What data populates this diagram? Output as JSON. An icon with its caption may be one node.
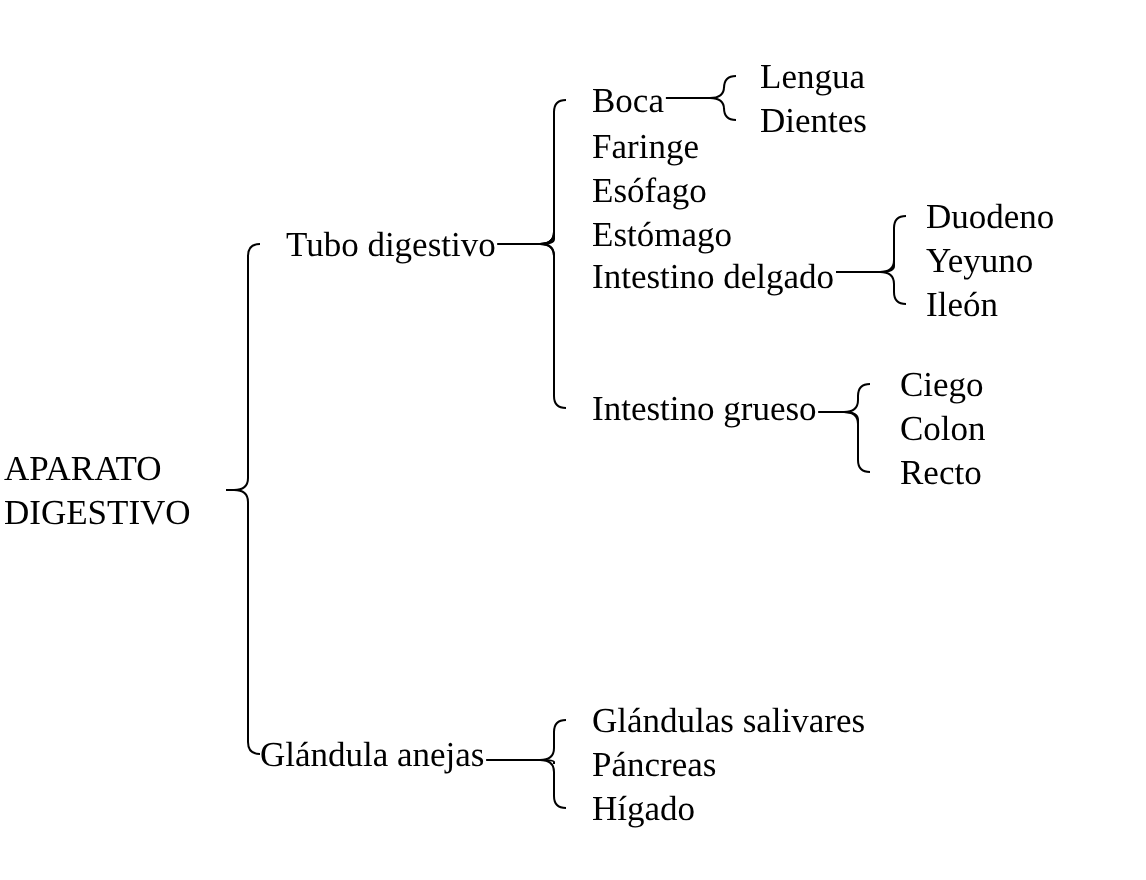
{
  "diagram": {
    "nodes": [
      {
        "text": [
          "APARATO DIGESTIVO"
        ]
      },
      {
        "text": [
          "Tubo digestivo"
        ]
      },
      {
        "text": [
          "Boca"
        ]
      },
      {
        "text": [
          "Lengua"
        ]
      },
      {
        "text": [
          "Dientes"
        ]
      },
      {
        "text": [
          "Faringe"
        ]
      },
      {
        "text": [
          "Esófago"
        ]
      },
      {
        "text": [
          "Estómago"
        ]
      },
      {
        "text": [
          "Intestino delgado"
        ]
      },
      {
        "text": [
          "Duodeno"
        ]
      },
      {
        "text": [
          "Yeyuno"
        ]
      },
      {
        "text": [
          "Ileón"
        ]
      },
      {
        "text": [
          "Intestino grueso"
        ]
      },
      {
        "text": [
          "Ciego"
        ]
      },
      {
        "text": [
          "Colon"
        ]
      },
      {
        "text": [
          "Recto"
        ]
      },
      {
        "text": [
          "Glándula anejas"
        ]
      },
      {
        "text": [
          "Glándulas salivares"
        ]
      },
      {
        "text": [
          "Páncreas"
        ]
      },
      {
        "text": [
          "Hígado"
        ]
      }
    ],
    "edges": [
      {
        "from": 0,
        "to": 1,
        "arrow": "none"
      },
      {
        "from": 0,
        "to": 16,
        "arrow": "none"
      },
      {
        "from": 1,
        "to": 2,
        "arrow": "none"
      },
      {
        "from": 1,
        "to": 5,
        "arrow": "none"
      },
      {
        "from": 1,
        "to": 6,
        "arrow": "none"
      },
      {
        "from": 1,
        "to": 7,
        "arrow": "none"
      },
      {
        "from": 1,
        "to": 8,
        "arrow": "none"
      },
      {
        "from": 1,
        "to": 12,
        "arrow": "none"
      },
      {
        "from": 2,
        "to": 3,
        "arrow": "none"
      },
      {
        "from": 2,
        "to": 4,
        "arrow": "none"
      },
      {
        "from": 8,
        "to": 9,
        "arrow": "none"
      },
      {
        "from": 8,
        "to": 10,
        "arrow": "none"
      },
      {
        "from": 8,
        "to": 11,
        "arrow": "none"
      },
      {
        "from": 12,
        "to": 13,
        "arrow": "none"
      },
      {
        "from": 12,
        "to": 14,
        "arrow": "none"
      },
      {
        "from": 12,
        "to": 15,
        "arrow": "none"
      },
      {
        "from": 16,
        "to": 17,
        "arrow": "none"
      },
      {
        "from": 16,
        "to": 18,
        "arrow": "none"
      },
      {
        "from": 16,
        "to": 19,
        "arrow": "none"
      }
    ]
  }
}
